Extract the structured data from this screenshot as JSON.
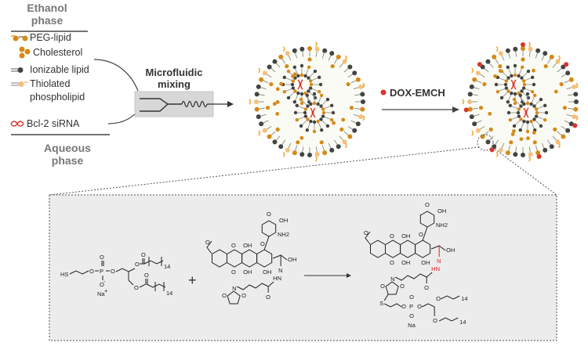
{
  "ethanol_phase": {
    "line1": "Ethanol",
    "line2": "phase"
  },
  "aqueous_phase": {
    "line1": "Aqueous",
    "line2": "phase"
  },
  "legend": {
    "peg_lipid": "PEG-lipid",
    "cholesterol": "Cholesterol",
    "ionizable_lipid": "Ionizable lipid",
    "thiolated_line1": "Thiolated",
    "thiolated_line2": "phospholipid",
    "sirna": "Bcl-2 siRNA"
  },
  "mixing": {
    "line1": "Microfluidic",
    "line2": "mixing"
  },
  "dox_label": "DOX-EMCH",
  "chem": {
    "hs": "HS",
    "o": "O",
    "p": "P",
    "o_minus": "O",
    "na": "Na",
    "plus_sup": "+",
    "minus_sup": "-",
    "n14": "14",
    "plus": "+",
    "oh": "OH",
    "nh2": "NH2",
    "n": "N",
    "hn": "HN",
    "s": "S"
  },
  "colors": {
    "peg": "#f2a93b",
    "cholesterol": "#d58a18",
    "ionizable_head": "#444444",
    "thiolated": "#f4c07a",
    "sirna": "#d9342b",
    "dox": "#d9342b",
    "hydrazone": "#e02020"
  }
}
